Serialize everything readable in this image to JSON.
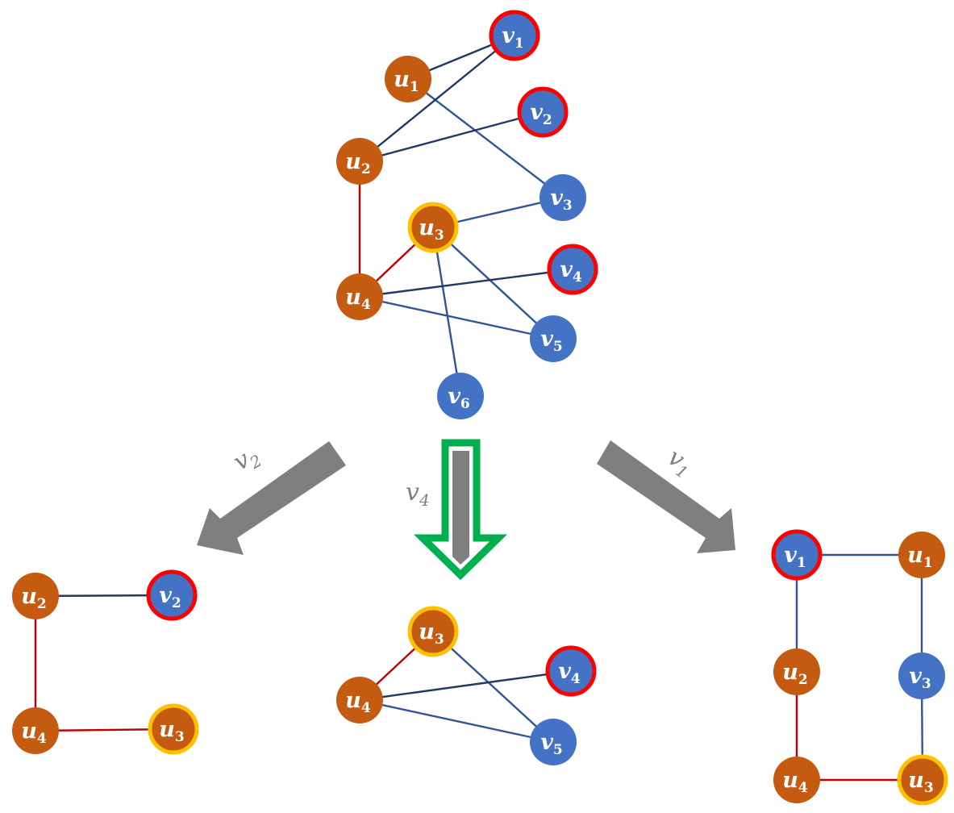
{
  "colors": {
    "u_node": "#c55a11",
    "v_node": "#4472c4",
    "selected_ring": "#ff0000",
    "target_ring": "#ffc000",
    "edge_uv": "#203864",
    "edge_uv_light": "#2f5597",
    "edge_uu": "#c00000",
    "arrow_gray": "#7f7f7f",
    "arrow_green": "#00b050"
  },
  "main_graph": {
    "nodes": [
      {
        "id": "u1",
        "base": "u",
        "sub": "1",
        "kind": "u",
        "ring": "none"
      },
      {
        "id": "u2",
        "base": "u",
        "sub": "2",
        "kind": "u",
        "ring": "none"
      },
      {
        "id": "u3",
        "base": "u",
        "sub": "3",
        "kind": "u",
        "ring": "yellow"
      },
      {
        "id": "u4",
        "base": "u",
        "sub": "4",
        "kind": "u",
        "ring": "none"
      },
      {
        "id": "v1",
        "base": "v",
        "sub": "1",
        "kind": "v",
        "ring": "red"
      },
      {
        "id": "v2",
        "base": "v",
        "sub": "2",
        "kind": "v",
        "ring": "red"
      },
      {
        "id": "v3",
        "base": "v",
        "sub": "3",
        "kind": "v",
        "ring": "none"
      },
      {
        "id": "v4",
        "base": "v",
        "sub": "4",
        "kind": "v",
        "ring": "red"
      },
      {
        "id": "v5",
        "base": "v",
        "sub": "5",
        "kind": "v",
        "ring": "none"
      },
      {
        "id": "v6",
        "base": "v",
        "sub": "6",
        "kind": "v",
        "ring": "none"
      }
    ],
    "edges": [
      [
        "u1",
        "v1"
      ],
      [
        "u1",
        "v3"
      ],
      [
        "u2",
        "v1"
      ],
      [
        "u2",
        "v2"
      ],
      [
        "u2",
        "u4"
      ],
      [
        "u3",
        "v3"
      ],
      [
        "u3",
        "u4"
      ],
      [
        "u3",
        "v5"
      ],
      [
        "u3",
        "v6"
      ],
      [
        "u4",
        "v4"
      ],
      [
        "u4",
        "v5"
      ]
    ]
  },
  "arrows": [
    {
      "id": "left",
      "label_base": "v",
      "label_sub": "2",
      "style": "gray"
    },
    {
      "id": "middle",
      "label_base": "v",
      "label_sub": "4",
      "style": "green"
    },
    {
      "id": "right",
      "label_base": "v",
      "label_sub": "1",
      "style": "gray"
    }
  ],
  "subgraphs": [
    {
      "id": "left",
      "nodes": [
        {
          "id": "u2",
          "base": "u",
          "sub": "2",
          "kind": "u",
          "ring": "none"
        },
        {
          "id": "v2",
          "base": "v",
          "sub": "2",
          "kind": "v",
          "ring": "red"
        },
        {
          "id": "u4",
          "base": "u",
          "sub": "4",
          "kind": "u",
          "ring": "none"
        },
        {
          "id": "u3",
          "base": "u",
          "sub": "3",
          "kind": "u",
          "ring": "yellow"
        }
      ],
      "edges": [
        [
          "u2",
          "v2"
        ],
        [
          "u2",
          "u4"
        ],
        [
          "u4",
          "u3"
        ]
      ]
    },
    {
      "id": "middle",
      "nodes": [
        {
          "id": "u3",
          "base": "u",
          "sub": "3",
          "kind": "u",
          "ring": "yellow"
        },
        {
          "id": "u4",
          "base": "u",
          "sub": "4",
          "kind": "u",
          "ring": "none"
        },
        {
          "id": "v4",
          "base": "v",
          "sub": "4",
          "kind": "v",
          "ring": "red"
        },
        {
          "id": "v5",
          "base": "v",
          "sub": "5",
          "kind": "v",
          "ring": "none"
        }
      ],
      "edges": [
        [
          "u3",
          "u4"
        ],
        [
          "u3",
          "v5"
        ],
        [
          "u4",
          "v4"
        ],
        [
          "u4",
          "v5"
        ]
      ]
    },
    {
      "id": "right",
      "nodes": [
        {
          "id": "v1",
          "base": "v",
          "sub": "1",
          "kind": "v",
          "ring": "red"
        },
        {
          "id": "u1",
          "base": "u",
          "sub": "1",
          "kind": "u",
          "ring": "none"
        },
        {
          "id": "u2",
          "base": "u",
          "sub": "2",
          "kind": "u",
          "ring": "none"
        },
        {
          "id": "v3",
          "base": "v",
          "sub": "3",
          "kind": "v",
          "ring": "none"
        },
        {
          "id": "u4",
          "base": "u",
          "sub": "4",
          "kind": "u",
          "ring": "none"
        },
        {
          "id": "u3",
          "base": "u",
          "sub": "3",
          "kind": "u",
          "ring": "yellow"
        }
      ],
      "edges": [
        [
          "v1",
          "u1"
        ],
        [
          "v1",
          "u2"
        ],
        [
          "u1",
          "v3"
        ],
        [
          "u2",
          "u4"
        ],
        [
          "v3",
          "u3"
        ],
        [
          "u4",
          "u3"
        ]
      ]
    }
  ]
}
